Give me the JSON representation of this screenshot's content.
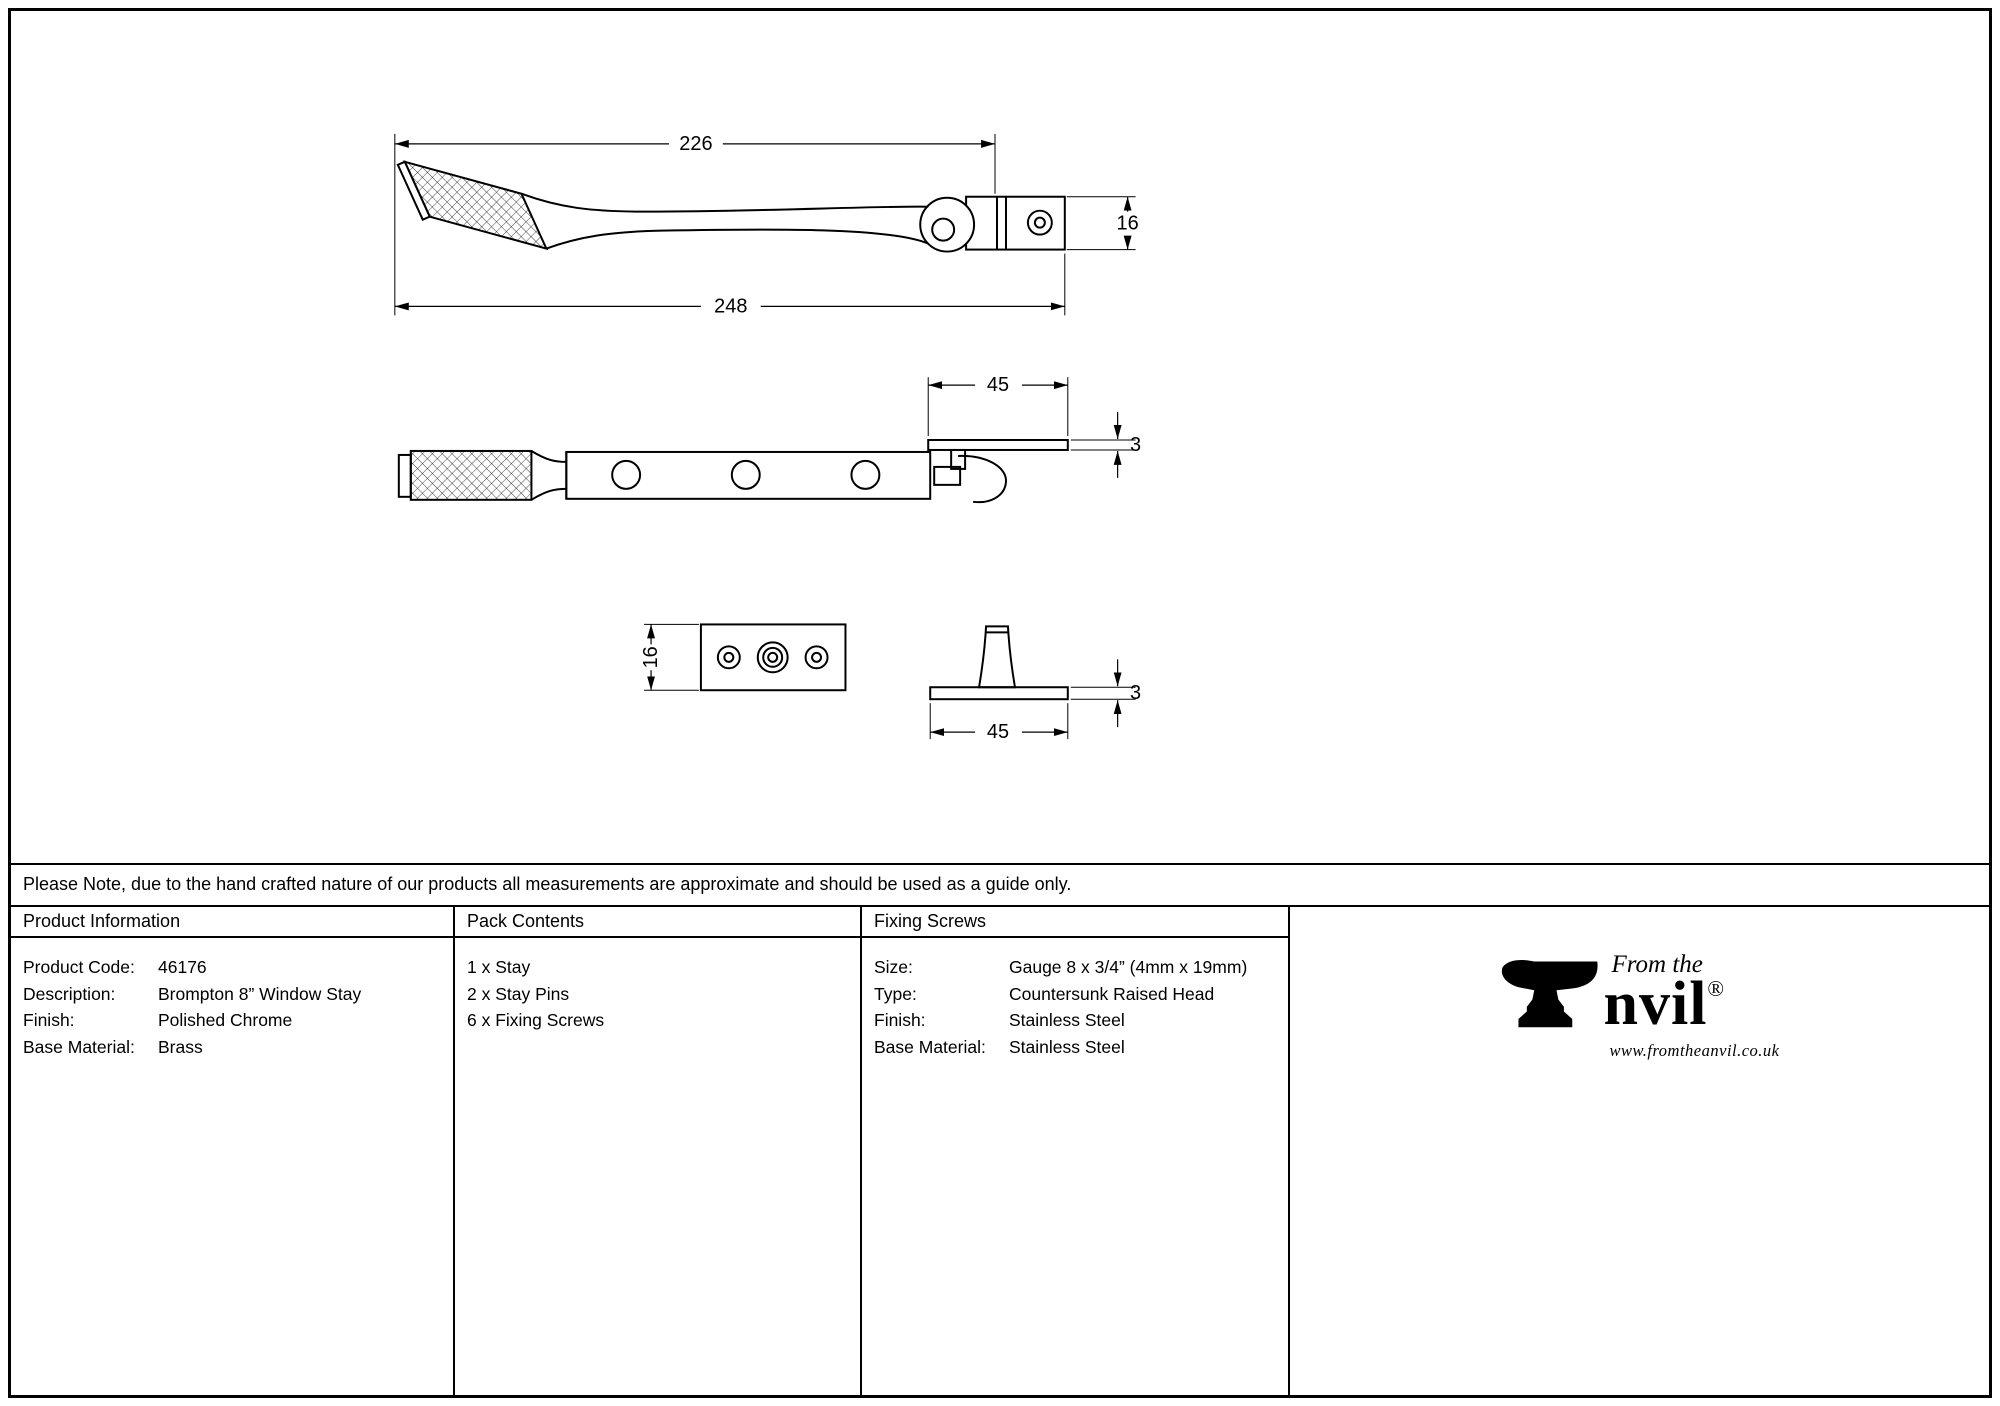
{
  "note": "Please Note, due to the hand crafted nature of our products all measurements are approximate and should be used as a guide only.",
  "product_info": {
    "header": "Product Information",
    "rows": [
      {
        "label": "Product Code:",
        "value": "46176"
      },
      {
        "label": "Description:",
        "value": "Brompton 8” Window Stay"
      },
      {
        "label": "Finish:",
        "value": "Polished Chrome"
      },
      {
        "label": "Base Material:",
        "value": "Brass"
      }
    ]
  },
  "pack_contents": {
    "header": "Pack Contents",
    "items": [
      "1 x Stay",
      "2 x Stay Pins",
      "6 x Fixing Screws"
    ]
  },
  "fixing_screws": {
    "header": "Fixing Screws",
    "rows": [
      {
        "label": "Size:",
        "value": "Gauge 8 x 3/4” (4mm x 19mm)"
      },
      {
        "label": "Type:",
        "value": "Countersunk Raised Head"
      },
      {
        "label": "Finish:",
        "value": "Stainless Steel"
      },
      {
        "label": "Base Material:",
        "value": "Stainless Steel"
      }
    ]
  },
  "logo": {
    "tagline": "From the",
    "wordmark": "nvil",
    "registered": "®",
    "url": "www.fromtheanvil.co.uk"
  },
  "drawing": {
    "dim_226": "226",
    "dim_248": "248",
    "dim_16_side": "16",
    "dim_45_top": "45",
    "dim_3_top": "3",
    "dim_16_plate": "16",
    "dim_3_pin": "3",
    "dim_45_pin": "45"
  }
}
